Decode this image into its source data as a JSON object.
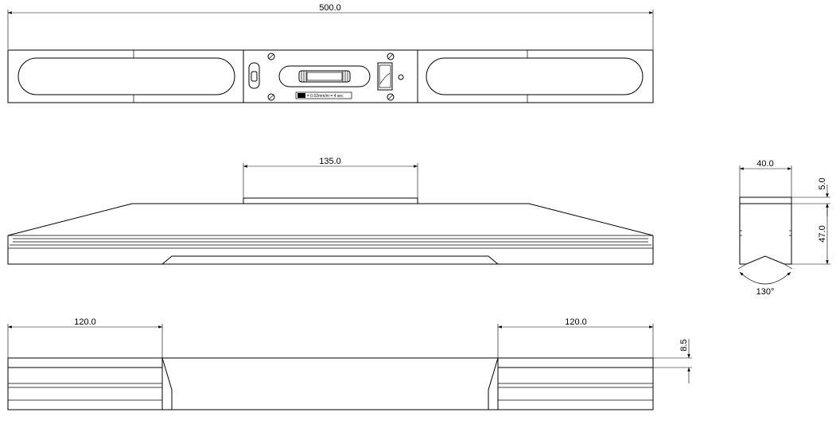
{
  "dimensions": {
    "overall_length": "500.0",
    "top_length": "135.0",
    "width": "40.0",
    "top_thickness": "5.0",
    "height": "47.0",
    "v_angle": "130°",
    "left_foot": "120.0",
    "right_foot": "120.0",
    "groove_depth": "8.5"
  },
  "label_plate": {
    "text": "= 0.02mm/m = 4 sec"
  }
}
